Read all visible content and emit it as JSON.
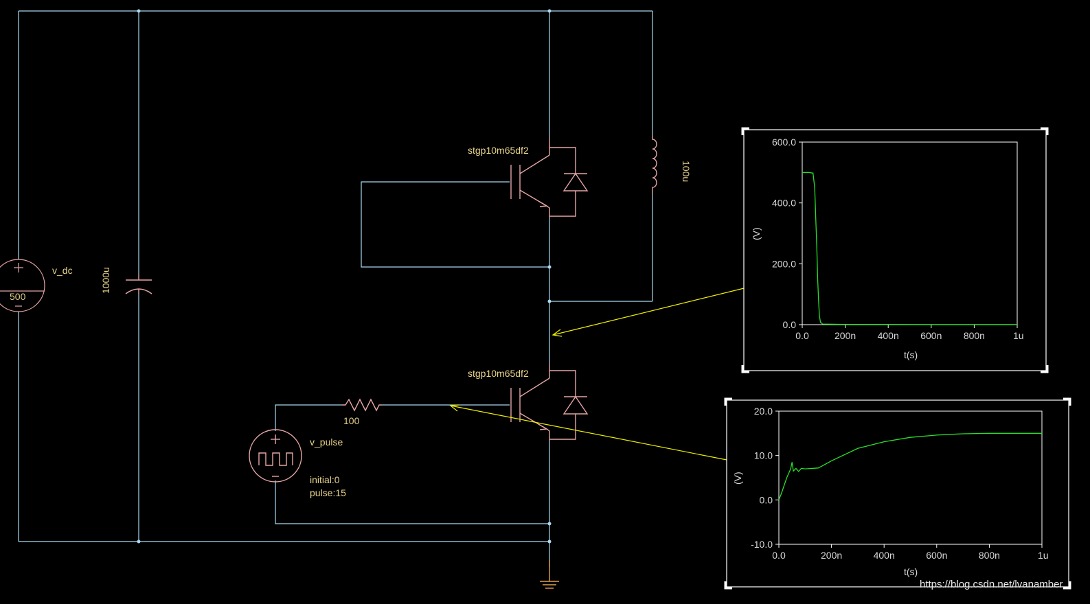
{
  "colors": {
    "background": "#000000",
    "wire": "#a9d8f0",
    "component": "#e6a6a6",
    "label": "#e6d28a",
    "probe_arrow": "#f0f000",
    "plot_trace": "#28e028",
    "plot_frame": "#ffffff",
    "axis_text": "#d8d8d8"
  },
  "schematic": {
    "vdc": {
      "name": "v_dc",
      "value": "500"
    },
    "capacitor": {
      "value": "1000u"
    },
    "inductor": {
      "value": "100u"
    },
    "igbt_high": {
      "model": "stgp10m65df2"
    },
    "igbt_low": {
      "model": "stgp10m65df2"
    },
    "gate_resistor": {
      "value": "100"
    },
    "vpulse": {
      "name": "v_pulse",
      "initial": "initial:0",
      "pulse": "pulse:15"
    }
  },
  "watermark": "https://blog.csdn.net/lvanamber",
  "chart_data": [
    {
      "type": "line",
      "ylabel": "(V)",
      "xlabel": "t(s)",
      "ylim": [
        0,
        600
      ],
      "xlim": [
        0,
        1
      ],
      "yticks": [
        "600.0",
        "400.0",
        "200.0",
        "0.0"
      ],
      "ytick_values": [
        600,
        400,
        200,
        0
      ],
      "xticks": [
        "0.0",
        "200n",
        "400n",
        "600n",
        "800n",
        "1u"
      ],
      "xtick_values": [
        0,
        0.2,
        0.4,
        0.6,
        0.8,
        1.0
      ],
      "series": [
        {
          "x": [
            0,
            0.03,
            0.05,
            0.058,
            0.063,
            0.068,
            0.072,
            0.076,
            0.08,
            0.085,
            0.095,
            0.2,
            0.6,
            1.0
          ],
          "y": [
            500,
            500,
            498,
            450,
            350,
            250,
            150,
            80,
            30,
            8,
            2,
            1,
            0.5,
            0.5
          ]
        }
      ]
    },
    {
      "type": "line",
      "ylabel": "(V)",
      "xlabel": "t(s)",
      "ylim": [
        -10,
        20
      ],
      "xlim": [
        0,
        1
      ],
      "yticks": [
        "20.0",
        "10.0",
        "0.0",
        "-10.0"
      ],
      "ytick_values": [
        20,
        10,
        0,
        -10
      ],
      "xticks": [
        "0.0",
        "200n",
        "400n",
        "600n",
        "800n",
        "1u"
      ],
      "xtick_values": [
        0,
        0.2,
        0.4,
        0.6,
        0.8,
        1.0
      ],
      "series": [
        {
          "x": [
            0,
            0.01,
            0.03,
            0.045,
            0.05,
            0.055,
            0.065,
            0.075,
            0.085,
            0.1,
            0.15,
            0.2,
            0.3,
            0.4,
            0.5,
            0.6,
            0.7,
            0.8,
            0.9,
            1.0
          ],
          "y": [
            0,
            1.5,
            5,
            7,
            8.5,
            6.5,
            7.1,
            6.4,
            7.1,
            7,
            7.2,
            8.8,
            11.6,
            13.1,
            14.1,
            14.6,
            14.9,
            15.0,
            15.0,
            15.0
          ]
        }
      ]
    }
  ]
}
